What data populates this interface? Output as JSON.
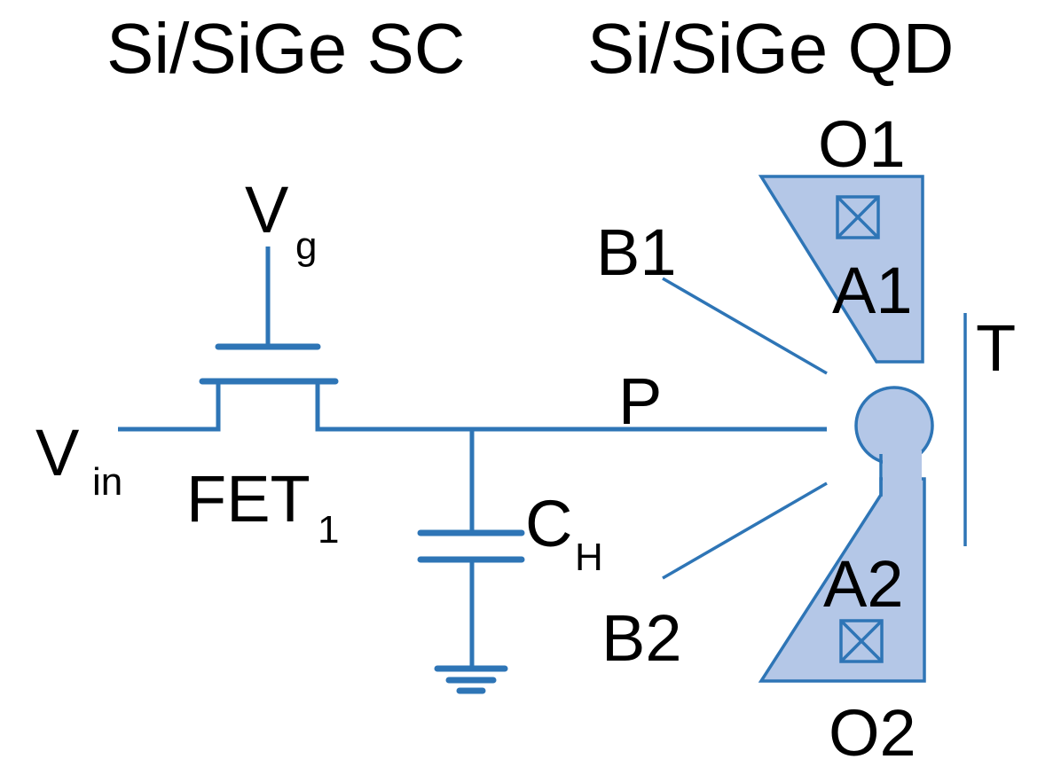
{
  "titles": {
    "left": "Si/SiGe SC",
    "right": "Si/SiGe QD"
  },
  "labels": {
    "vg": "V",
    "vg_sub": "g",
    "vin": "V",
    "vin_sub": "in",
    "fet": "FET",
    "fet_sub": "1",
    "ch": "C",
    "ch_sub": "H",
    "p": "P",
    "b1": "B1",
    "b2": "B2",
    "a1": "A1",
    "a2": "A2",
    "o1": "O1",
    "o2": "O2",
    "t": "T"
  },
  "colors": {
    "line": "#2e75b6",
    "gate_fill": "#b4c7e7",
    "text": "#000000"
  }
}
